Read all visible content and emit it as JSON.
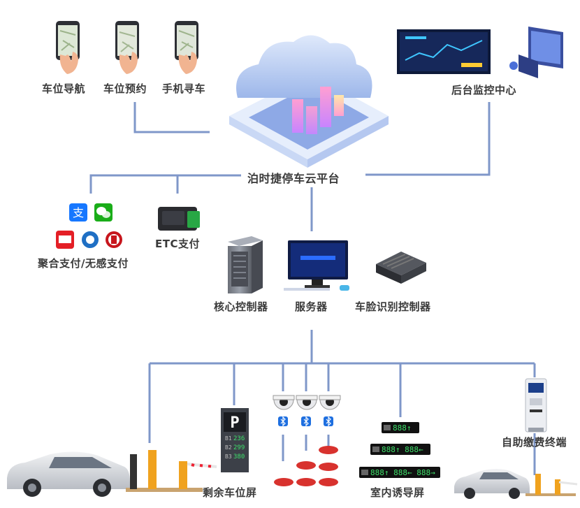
{
  "apps": [
    {
      "label": "车位导航"
    },
    {
      "label": "车位预约"
    },
    {
      "label": "手机寻车"
    }
  ],
  "monitor_center": {
    "label": "后台监控中心"
  },
  "cloud_platform": {
    "label": "泊时捷停车云平台"
  },
  "payments": {
    "aggregate_label": "聚合支付/无感支付",
    "etc_label": "ETC支付"
  },
  "equipment": {
    "core_controller": "核心控制器",
    "server": "服务器",
    "face_controller": "车脸识别控制器"
  },
  "remaining_screen": {
    "label": "剩余车位屏",
    "letter": "P",
    "rows": [
      {
        "code": "B1",
        "value": "236"
      },
      {
        "code": "B2",
        "value": "299"
      },
      {
        "code": "B3",
        "value": "380"
      }
    ]
  },
  "guidance": {
    "label": "室内诱导屏",
    "signs": [
      {
        "text": "888↑"
      },
      {
        "text": "888↑ 888←"
      },
      {
        "text": "888↑ 888← 888→"
      }
    ]
  },
  "kiosk": {
    "label": "自助缴费终端"
  },
  "colors": {
    "line": "#7f97c9",
    "led_green": "#3ee06a",
    "car_red": "#d8322e"
  }
}
